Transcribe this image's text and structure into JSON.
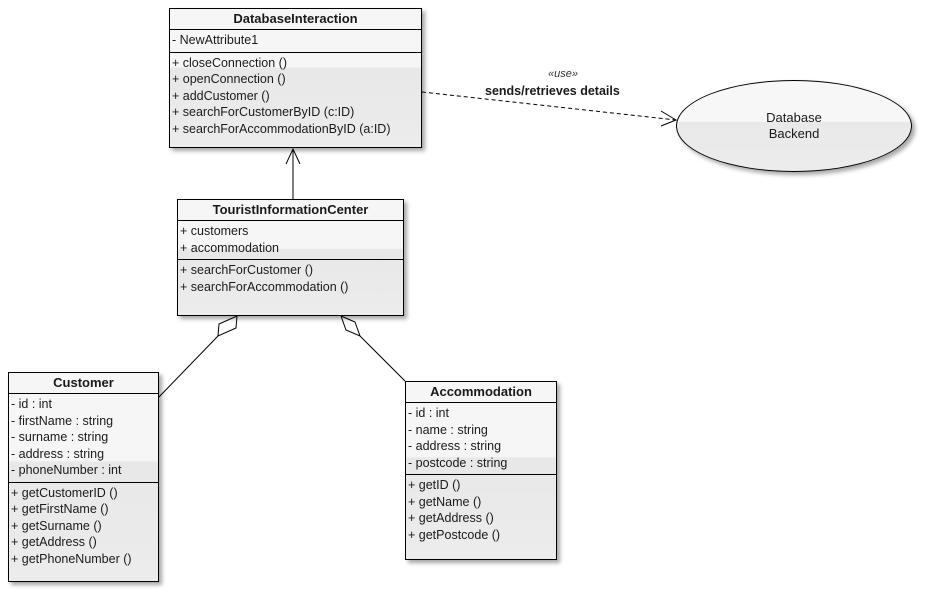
{
  "classes": {
    "database_interaction": {
      "name": "DatabaseInteraction",
      "attributes": [
        "- NewAttribute1"
      ],
      "operations": [
        "+ closeConnection ()",
        "+ openConnection ()",
        "+ addCustomer ()",
        "+ searchForCustomerByID (c:ID)",
        "+ searchForAccommodationByID (a:ID)"
      ]
    },
    "tourist_information_center": {
      "name": "TouristInformationCenter",
      "attributes": [
        "+ customers",
        "+ accommodation"
      ],
      "operations": [
        "+ searchForCustomer ()",
        "+ searchForAccommodation ()"
      ]
    },
    "customer": {
      "name": "Customer",
      "attributes": [
        "- id : int",
        "- firstName : string",
        "- surname : string",
        "- address : string",
        "- phoneNumber : int"
      ],
      "operations": [
        "+ getCustomerID ()",
        "+ getFirstName ()",
        "+ getSurname ()",
        "+ getAddress ()",
        "+ getPhoneNumber ()"
      ]
    },
    "accommodation": {
      "name": "Accommodation",
      "attributes": [
        "- id : int",
        "- name : string",
        "- address : string",
        "- postcode : string"
      ],
      "operations": [
        "+ getID ()",
        "+ getName ()",
        "+ getAddress ()",
        "+ getPostcode ()"
      ]
    }
  },
  "database_backend": {
    "line1": "Database",
    "line2": "Backend"
  },
  "dependency": {
    "stereotype": "«use»",
    "label": "sends/retrieves details"
  }
}
